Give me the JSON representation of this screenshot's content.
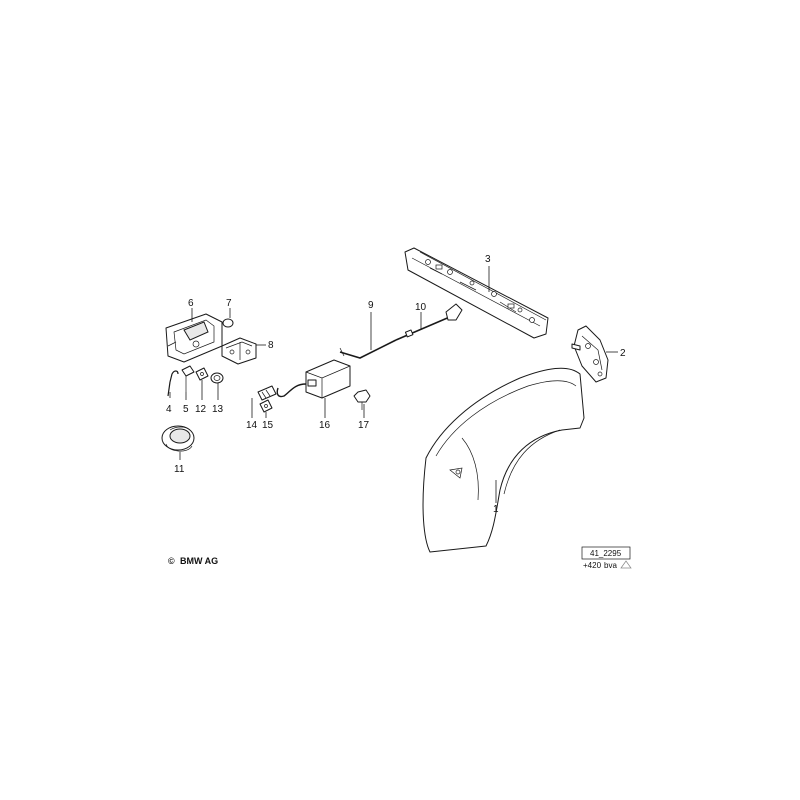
{
  "callouts": {
    "c1": "1",
    "c2": "2",
    "c3": "3",
    "c4": "4",
    "c5": "5",
    "c6": "6",
    "c7": "7",
    "c8": "8",
    "c9": "9",
    "c10": "10",
    "c11": "11",
    "c12": "12",
    "c13": "13",
    "c14": "14",
    "c15": "15",
    "c16": "16",
    "c17": "17"
  },
  "copyright": "BMW AG",
  "copyright_symbol": "©",
  "drawing_number": "41_2295",
  "code_prefix": "+420",
  "code_suffix": "bva"
}
